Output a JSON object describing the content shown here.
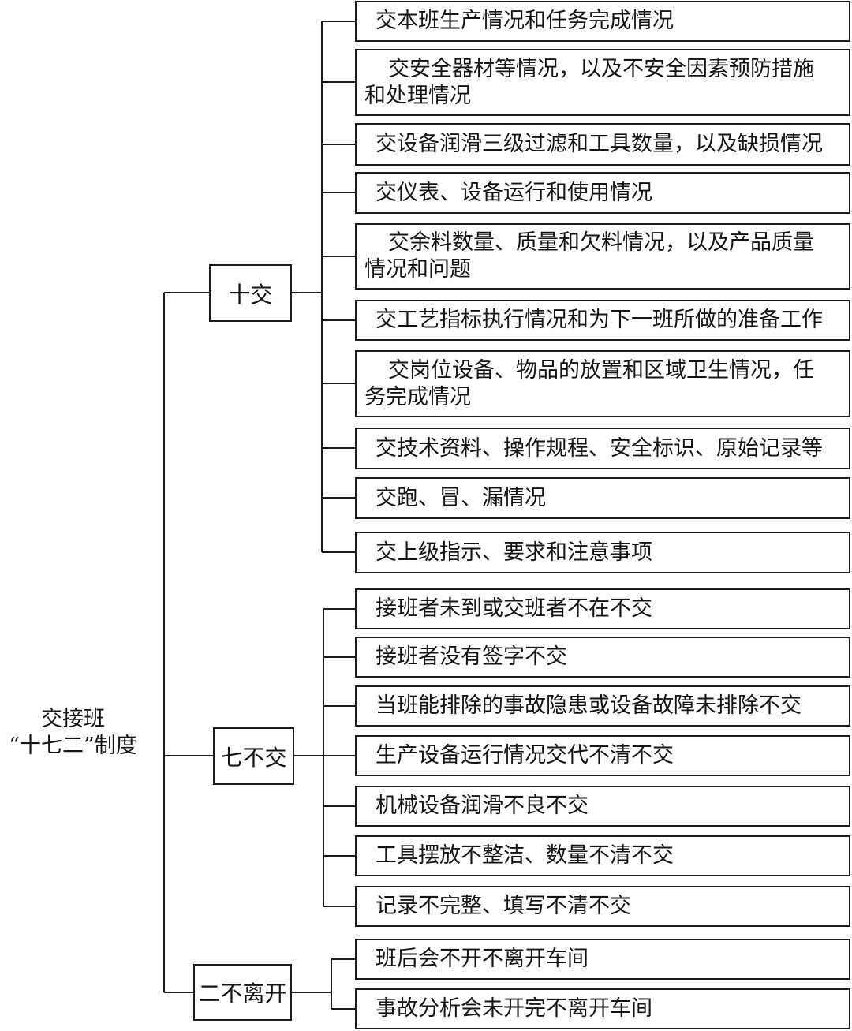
{
  "root": {
    "line1": "交接班",
    "line2": "“十七二”制度"
  },
  "branches": [
    {
      "label": "十交",
      "items": [
        {
          "lines": [
            "交本班生产情况和任务完成情况"
          ]
        },
        {
          "lines": [
            "交安全器材等情况，以及不安全因素预防措施",
            "和处理情况"
          ]
        },
        {
          "lines": [
            "交设备润滑三级过滤和工具数量，以及缺损情况"
          ]
        },
        {
          "lines": [
            "交仪表、设备运行和使用情况"
          ]
        },
        {
          "lines": [
            "交余料数量、质量和欠料情况，以及产品质量",
            "情况和问题"
          ]
        },
        {
          "lines": [
            "交工艺指标执行情况和为下一班所做的准备工作"
          ]
        },
        {
          "lines": [
            "交岗位设备、物品的放置和区域卫生情况，任",
            "务完成情况"
          ]
        },
        {
          "lines": [
            "交技术资料、操作规程、安全标识、原始记录等"
          ]
        },
        {
          "lines": [
            "交跑、冒、漏情况"
          ]
        },
        {
          "lines": [
            "交上级指示、要求和注意事项"
          ]
        }
      ]
    },
    {
      "label": "七不交",
      "items": [
        {
          "lines": [
            "接班者未到或交班者不在不交"
          ]
        },
        {
          "lines": [
            "接班者没有签字不交"
          ]
        },
        {
          "lines": [
            "当班能排除的事故隐患或设备故障未排除不交"
          ]
        },
        {
          "lines": [
            "生产设备运行情况交代不清不交"
          ]
        },
        {
          "lines": [
            "机械设备润滑不良不交"
          ]
        },
        {
          "lines": [
            "工具摆放不整洁、数量不清不交"
          ]
        },
        {
          "lines": [
            "记录不完整、填写不清不交"
          ]
        }
      ]
    },
    {
      "label": "二不离开",
      "items": [
        {
          "lines": [
            "班后会不开不离开车间"
          ]
        },
        {
          "lines": [
            "事故分析会未开完不离开车间"
          ]
        }
      ]
    }
  ]
}
